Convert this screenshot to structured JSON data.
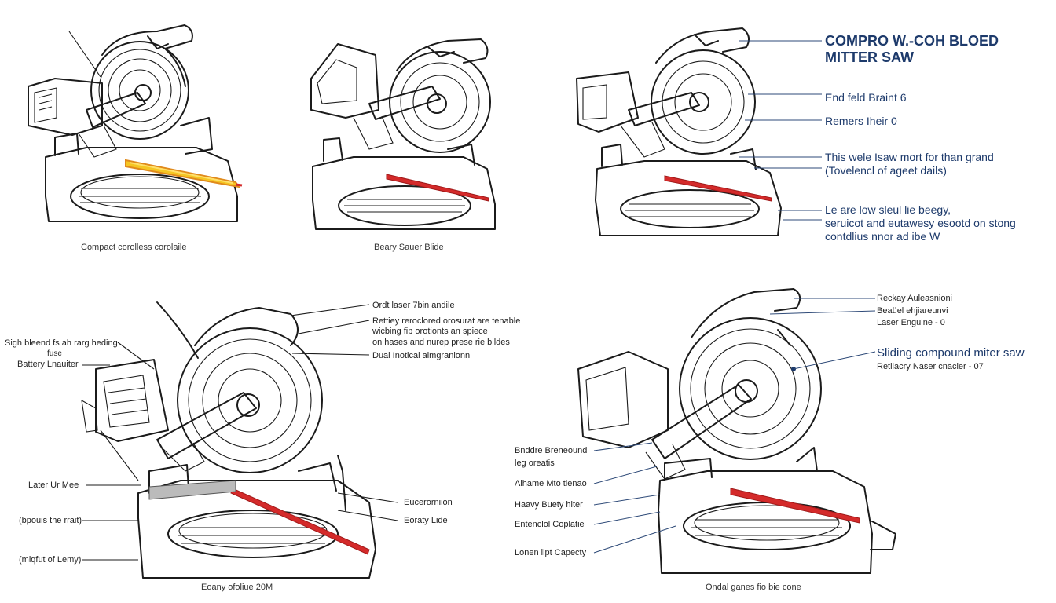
{
  "header": {
    "title_line1": "COMPRO W.-COH BLOED",
    "title_line2": "MITTER SAW"
  },
  "top_right_notes": [
    "End feld Braint 6",
    "Remers Iheir 0",
    "This wele Isaw mort for than grand",
    "(Tovelencl of ageet dails)",
    "Le are low sleul lie beegy,",
    "seruicot and eutawesy esootd on stong",
    "contdlius nnor ad ibe W"
  ],
  "captions": {
    "saw1": "Compact corolless corolaile",
    "saw2": "Beary Sauer Blide",
    "saw3": "Eoany ofoliue 20M",
    "saw4": "Ondal ganes fio bie cone"
  },
  "saw3_labels": {
    "left": [
      "Sigh bleend fs ah rarg heding",
      "fuse",
      "Battery Lnauiter",
      "Later Ur Mee",
      "(bpouis the rrait)",
      "(miqfut of Lemy)"
    ],
    "top": [
      "Ordt laser 7bin andile",
      "Rettiey reroclored orosurat are tenable",
      "wicbing fip orotionts an spiece",
      "on hases and nurep prese rie bildes",
      "Dual Inotical aimgranionn"
    ],
    "right": [
      "Eucerorniion",
      "Eoraty Lide"
    ]
  },
  "saw4_labels": {
    "top": [
      "Reckay Auleasnioni",
      "Beaüel ehjiareunvi",
      "Laser Enguine - 0"
    ],
    "subtitle": "Sliding compound miter saw",
    "subtitle_note": "Retiiacry Naser cnacler - 07",
    "left": [
      "Bnddre Breneound",
      "leg oreatis",
      "Alhame Mto tlenao",
      "Haavy Buety hiter",
      "Entenclol Coplatie",
      "Lonen lipt Capecty"
    ]
  },
  "colors": {
    "ink": "#1b1b1b",
    "accent_blue": "#1d3a6b",
    "laser_red": "#d42a2a",
    "laser_glow": "#f5c623"
  }
}
